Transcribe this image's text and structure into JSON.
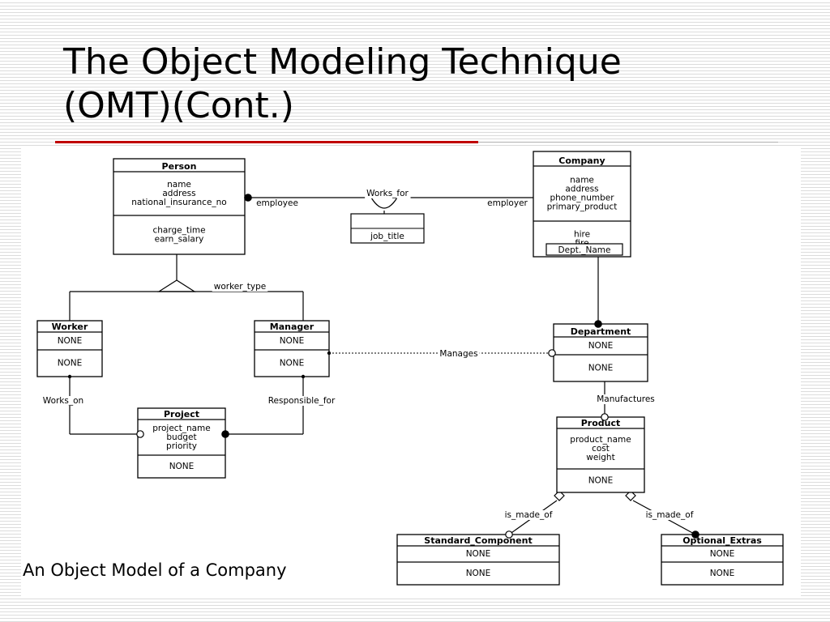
{
  "slide": {
    "title_line1": "The Object Modeling Technique",
    "title_line2": "(OMT)(Cont.)",
    "caption": "An Object Model of a Company"
  },
  "diagram": {
    "classes": {
      "person": {
        "name": "Person",
        "attributes": [
          "name",
          "address",
          "national_insurance_no"
        ],
        "operations": [
          "charge_time",
          "earn_salary"
        ]
      },
      "company": {
        "name": "Company",
        "attributes": [
          "name",
          "address",
          "phone_number",
          "primary_product"
        ],
        "operations": [
          "hire",
          "fire"
        ],
        "qualifier": "Dept._Name"
      },
      "job_link": {
        "name": "",
        "attributes": [
          "job_title"
        ]
      },
      "worker": {
        "name": "Worker",
        "attributes": [
          "NONE"
        ],
        "operations": [
          "NONE"
        ]
      },
      "manager": {
        "name": "Manager",
        "attributes": [
          "NONE"
        ],
        "operations": [
          "NONE"
        ]
      },
      "department": {
        "name": "Department",
        "attributes": [
          "NONE"
        ],
        "operations": [
          "NONE"
        ]
      },
      "project": {
        "name": "Project",
        "attributes": [
          "project_name",
          "budget",
          "priority"
        ],
        "operations": [
          "NONE"
        ]
      },
      "product": {
        "name": "Product",
        "attributes": [
          "product_name",
          "cost",
          "weight"
        ],
        "operations": [
          "NONE"
        ]
      },
      "standard_component": {
        "name": "Standard_Component",
        "attributes": [
          "NONE"
        ],
        "operations": [
          "NONE"
        ]
      },
      "optional_extras": {
        "name": "Optional_Extras",
        "attributes": [
          "NONE"
        ],
        "operations": [
          "NONE"
        ]
      }
    },
    "labels": {
      "works_for": "Works_for",
      "employee": "employee",
      "employer": "employer",
      "worker_type": "worker_type",
      "manages": "Manages",
      "works_on": "Works_on",
      "responsible_for": "Responsible_for",
      "manufactures": "Manufactures",
      "is_made_of_left": "is_made_of",
      "is_made_of_right": "is_made_of"
    }
  }
}
